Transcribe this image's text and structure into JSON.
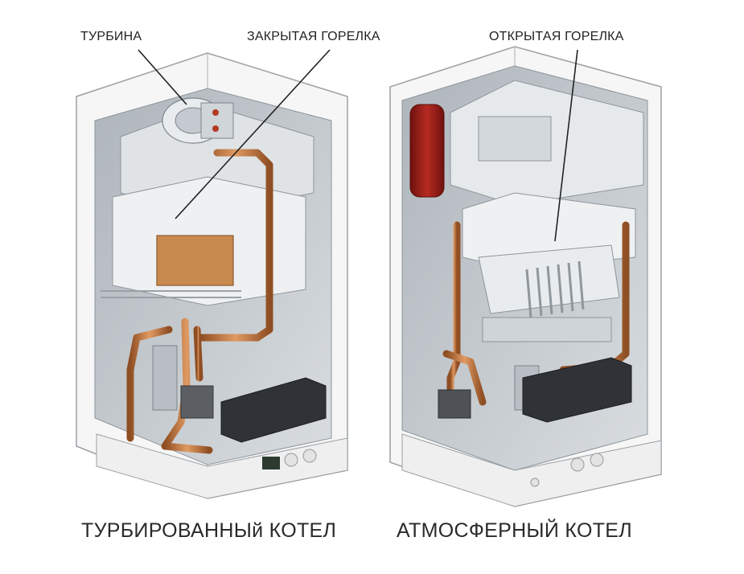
{
  "labels": {
    "turbine": "ТУРБИНА",
    "closed_burner": "ЗАКРЫТАЯ ГОРЕЛКА",
    "open_burner": "ОТКРЫТАЯ ГОРЕЛКА"
  },
  "captions": {
    "turbo_boiler": "ТУРБИРОВАННЫй КОТЕЛ",
    "atmo_boiler": "АТМОСФЕРНЫЙ КОТЕЛ"
  },
  "colors": {
    "copper": "#c0743e",
    "burner": "#c98a4f",
    "casing": "#f4f4f4",
    "interior": "#c9cfd4",
    "heat_red": "#9c1c17",
    "ink": "#222222"
  }
}
